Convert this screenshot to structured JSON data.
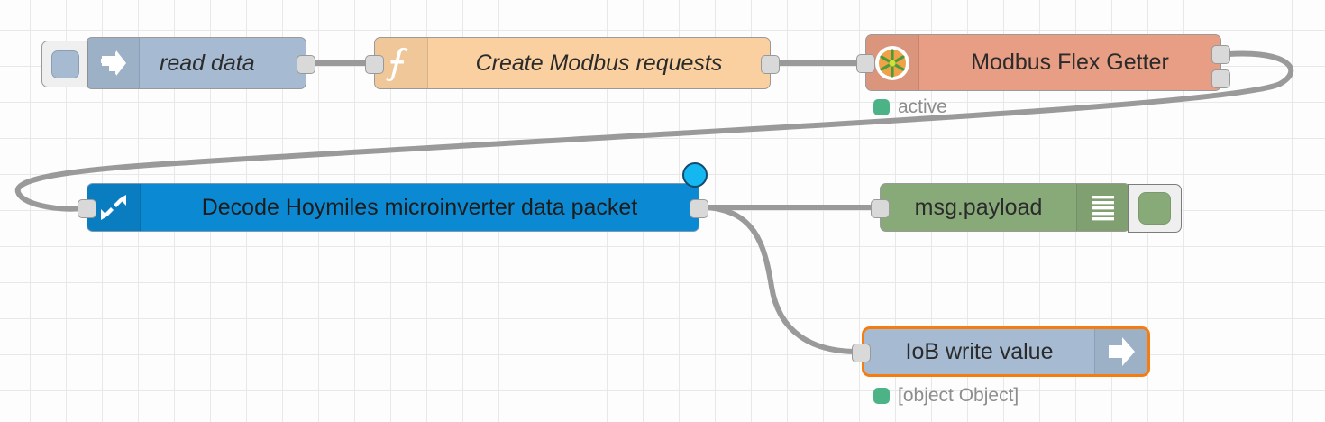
{
  "editor": {
    "name": "node-red-flow-canvas",
    "background": "#fdfdfd",
    "grid_color": "#e8e8e8",
    "grid_size": 40,
    "wire_color": "#9a9a9a"
  },
  "nodes": {
    "inject": {
      "label": "read data",
      "type": "inject",
      "color": "#a6bbd2",
      "icon": "inject-arrow-icon",
      "button": "inject-trigger-button",
      "outputs": 1,
      "inputs": 0
    },
    "function": {
      "label": "Create Modbus requests",
      "type": "function",
      "color": "#fbd0a0",
      "icon": "function-f-icon",
      "outputs": 1,
      "inputs": 1
    },
    "modbus": {
      "label": "Modbus Flex Getter",
      "type": "modbus-flex-getter",
      "color": "#e79e84",
      "icon": "modbus-asterisk-icon",
      "outputs": 2,
      "inputs": 1,
      "status": {
        "text": "active",
        "dot_color": "#4cb387"
      }
    },
    "decode": {
      "label": "Decode Hoymiles microinverter data packet",
      "type": "subflow",
      "color": "#0b8ad3",
      "icon": "expand-arrows-icon",
      "selected": true,
      "badge": "selection-badge",
      "badge_color": "#14b7f0",
      "outputs": 1,
      "inputs": 1
    },
    "debug": {
      "label": "msg.payload",
      "type": "debug",
      "color": "#88aa79",
      "icon": "debug-lines-icon",
      "button": "debug-toggle-button",
      "outputs": 0,
      "inputs": 1
    },
    "iob": {
      "label": "IoB write value",
      "type": "iobroker-out",
      "color": "#a6bbd2",
      "border_color": "#f57c10",
      "icon": "write-arrow-icon",
      "outputs": 0,
      "inputs": 1,
      "status": {
        "text": "[object Object]",
        "dot_color": "#4cb387"
      }
    }
  },
  "wires": [
    {
      "from": "inject",
      "to": "function"
    },
    {
      "from": "function",
      "to": "modbus"
    },
    {
      "from": "modbus",
      "to": "decode"
    },
    {
      "from": "decode",
      "to": "debug"
    },
    {
      "from": "decode",
      "to": "iob"
    }
  ]
}
